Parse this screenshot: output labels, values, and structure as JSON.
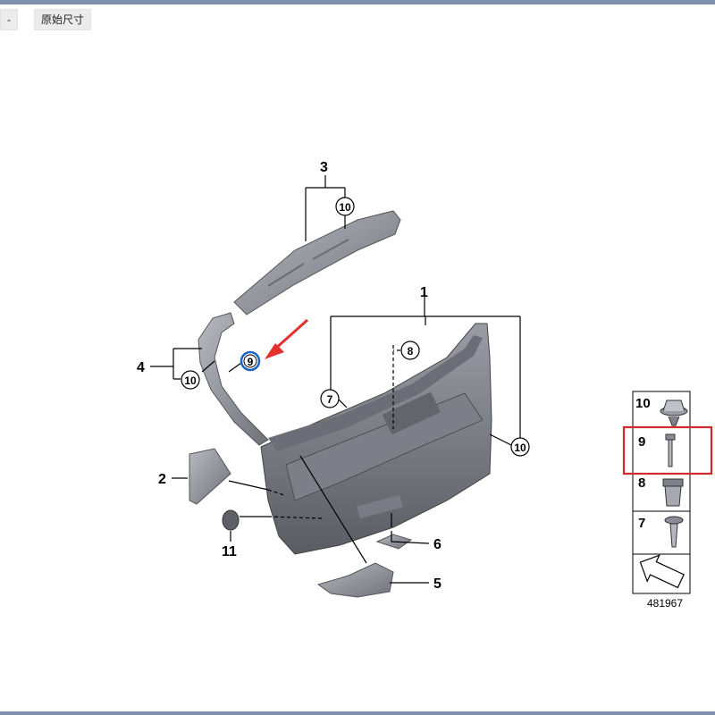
{
  "toolbar": {
    "minus_label": "-",
    "original_size_label": "原始尺寸"
  },
  "callouts": {
    "c1": "1",
    "c2": "2",
    "c3": "3",
    "c4": "4",
    "c5": "5",
    "c6": "6",
    "c7": "7",
    "c8": "8",
    "c9": "9",
    "c10a": "10",
    "c10b": "10",
    "c10c": "10",
    "c11": "11"
  },
  "legend": {
    "items": [
      {
        "label": "10"
      },
      {
        "label": "9"
      },
      {
        "label": "8"
      },
      {
        "label": "7"
      }
    ],
    "diagram_number": "481967"
  },
  "colors": {
    "highlight_box": "#d12a2a",
    "arrow": "#e53030",
    "selected_circle": "#1e63c8",
    "part_fill": "#8d8f99",
    "part_dark": "#5e6068"
  }
}
